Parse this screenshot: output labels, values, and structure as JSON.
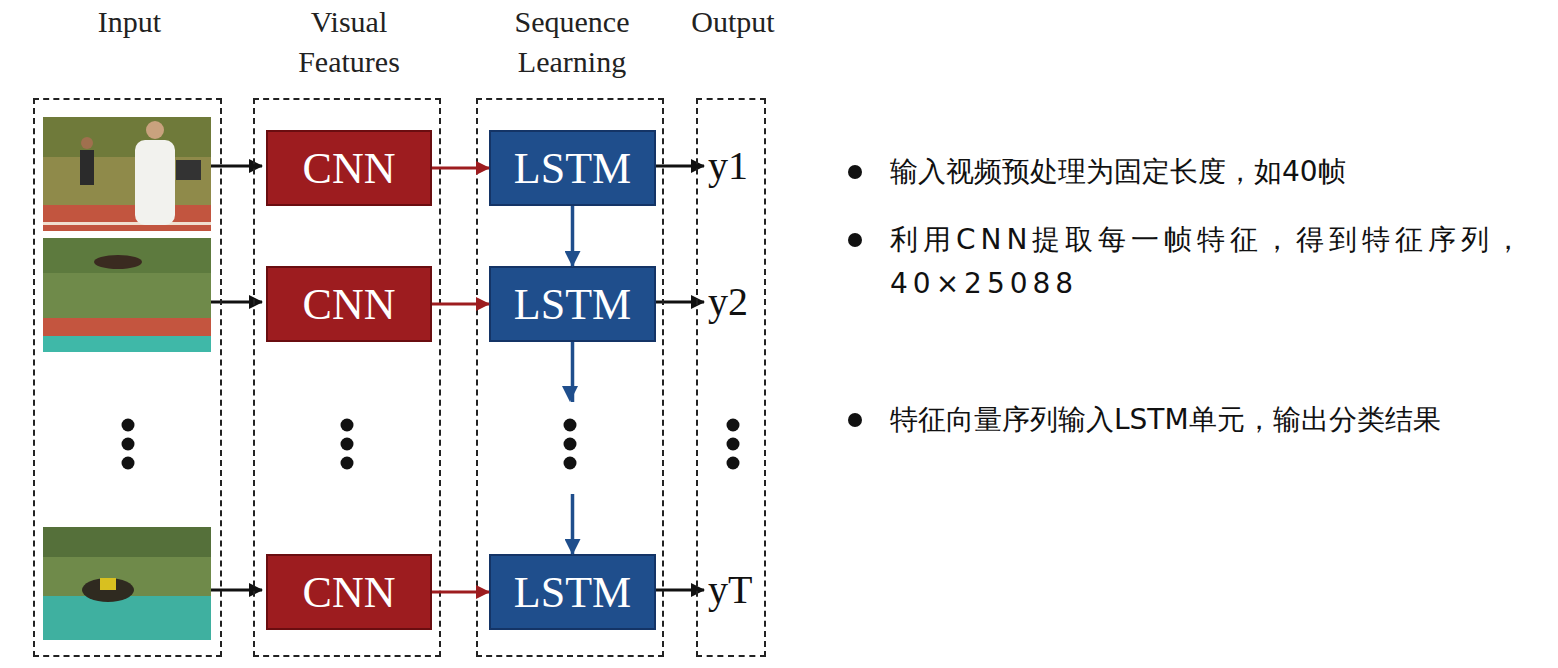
{
  "diagram": {
    "nodes": [
      {
        "text": [
          "Input"
        ]
      },
      {
        "text": [
          "Visual Features"
        ]
      },
      {
        "text": [
          "Sequence Learning"
        ]
      },
      {
        "text": [
          "Output"
        ]
      },
      {
        "text": [
          "CNN"
        ],
        "in": 1
      },
      {
        "text": [
          "CNN"
        ],
        "in": 1
      },
      {
        "text": [
          "CNN"
        ],
        "in": 1
      },
      {
        "text": [
          "LSTM"
        ],
        "in": 2
      },
      {
        "text": [
          "LSTM"
        ],
        "in": 2
      },
      {
        "text": [
          "LSTM"
        ],
        "in": 2
      }
    ],
    "edges": [
      {
        "from": 4,
        "to": 7,
        "arrow": "to"
      },
      {
        "from": 5,
        "to": 8,
        "arrow": "to"
      },
      {
        "from": 6,
        "to": 9,
        "arrow": "to"
      },
      {
        "from": 7,
        "to": 8,
        "arrow": "to"
      },
      {
        "from": 8,
        "to": 9,
        "arrow": "to"
      }
    ],
    "labels": [
      "y1",
      "y2",
      "yT",
      "输入视频预处理为固定长度，如40帧",
      "利用CNN提取每一帧特征，得到特征序列， 40×25088",
      "特征向量序列输入LSTM单元，输出分类结果"
    ]
  }
}
